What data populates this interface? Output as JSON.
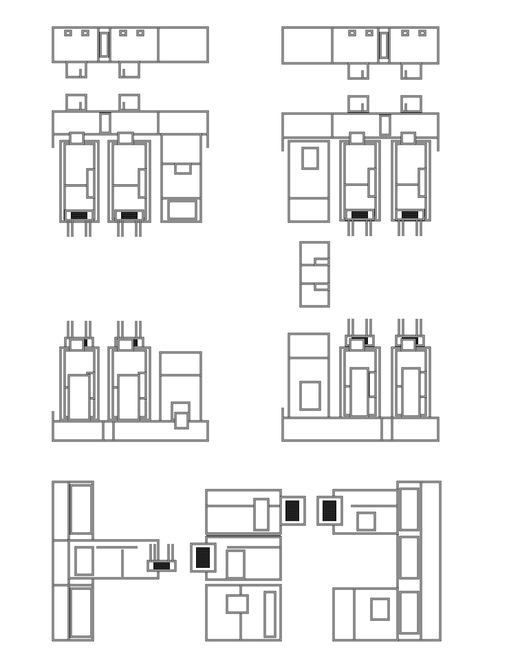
{
  "colors": {
    "background": "#ffffff",
    "line": "#1a1a1a",
    "fill": "#ffffff",
    "hatch": "#111111"
  },
  "figures": [
    {
      "id": "top-left-head-section"
    },
    {
      "id": "top-right-head-section"
    },
    {
      "id": "mid-left-sliding-section"
    },
    {
      "id": "mid-right-sliding-section"
    },
    {
      "id": "mullion-piece"
    },
    {
      "id": "lower-left-sill-section"
    },
    {
      "id": "lower-right-sill-section"
    },
    {
      "id": "bottom-left-t-junction"
    },
    {
      "id": "bottom-middle-junction"
    },
    {
      "id": "bottom-right-corner-junction"
    }
  ]
}
